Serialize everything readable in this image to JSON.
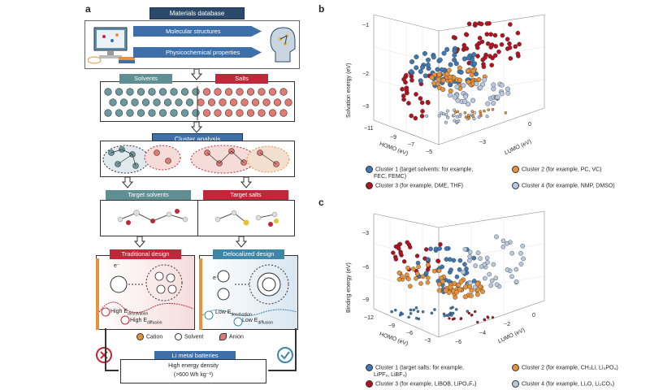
{
  "panel_a": {
    "letter": "a",
    "materials_db": "Materials database",
    "molecular_structures": "Molecular structures",
    "physicochemical": "Physicochemical properties",
    "solvents": "Solvents",
    "salts": "Salts",
    "cluster_analysis": "Cluster analysis",
    "target_solvents": "Target solvents",
    "target_salts": "Target salts",
    "traditional_design": "Traditional design",
    "delocalized_design": "Delocalized design",
    "electron": "e⁻",
    "high_desolv": "High E",
    "high_desolv_sub": "desolvation",
    "high_diff": "High E",
    "high_diff_sub": "diffusion",
    "low_desolv": "Low E",
    "low_desolv_sub": "desolvation",
    "low_diff": "Low E",
    "low_diff_sub": "diffusion",
    "legend_cation": "Cation",
    "legend_solvent": "Solvent",
    "legend_anion": "Anion",
    "li_metal": "Li metal batteries",
    "energy_line1": "High energy density",
    "energy_line2": "(>600 Wh kg⁻¹)"
  },
  "panel_b": {
    "letter": "b",
    "zlabel": "Solvation energy (eV)",
    "xlabel": "HOMO (eV)",
    "ylabel": "LUMO (eV)",
    "z_ticks": [
      "−1",
      "−2",
      "−3"
    ],
    "x_ticks": [
      "−11",
      "−9",
      "−7",
      "−5"
    ],
    "y_ticks": [
      "−3",
      "0"
    ],
    "legend": [
      {
        "text": "Cluster 1 (target solvents: for example,",
        "text2": "FEC, FEMC)",
        "color": "#3f78b3"
      },
      {
        "text": "Cluster 2 (for example, PC, VC)",
        "text2": "",
        "color": "#e8913a"
      },
      {
        "text": "Cluster 3 (for example, DME, THF)",
        "text2": "",
        "color": "#b3121f"
      },
      {
        "text": "Cluster 4 (for example, NMP, DMSO)",
        "text2": "",
        "color": "#b7c9e2"
      }
    ]
  },
  "panel_c": {
    "letter": "c",
    "zlabel": "Binding energy (eV)",
    "xlabel": "HOMO (eV)",
    "ylabel": "LUMO (eV)",
    "z_ticks": [
      "−3",
      "−6",
      "−9"
    ],
    "x_ticks": [
      "−12",
      "−9",
      "−6",
      "−3"
    ],
    "y_ticks": [
      "−6",
      "−4",
      "−2",
      "0"
    ],
    "legend": [
      {
        "text": "Cluster 1 (target salts: for example,",
        "text2": "LiPF₆, LiBF₄)",
        "color": "#3f78b3"
      },
      {
        "text": "Cluster 2 (for example, CH₃Li, Li₃PO₄)",
        "text2": "",
        "color": "#e8913a"
      },
      {
        "text": "Cluster 3 (for example, LiBOB, LiPO₂F₂)",
        "text2": "",
        "color": "#b3121f"
      },
      {
        "text": "Cluster 4 (for example, Li₂O, Li₂CO₃)",
        "text2": "",
        "color": "#b7c9e2"
      }
    ]
  }
}
